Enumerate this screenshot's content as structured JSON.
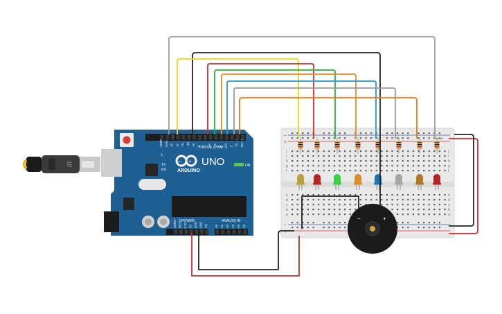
{
  "board": {
    "brand": "UNO",
    "logo": "ARDUINO",
    "digital_label": "DIGITAL (PWM ~)",
    "power_label": "POWER",
    "analog_label": "ANALOG IN",
    "on_label": "ON",
    "tx_label": "TX",
    "rx_label": "RX",
    "l_label": "L",
    "top_pins": [
      "AREF",
      "GND",
      "13",
      "12",
      "~11",
      "~10",
      "~9",
      "8",
      "7",
      "~6",
      "~5",
      "4",
      "~3",
      "2",
      "TX→1",
      "RX←0"
    ],
    "power_pins": [
      "IOREF",
      "RESET",
      "3.3V",
      "5V",
      "GND",
      "GND",
      "Vin"
    ],
    "analog_pins": [
      "A0",
      "A1",
      "A2",
      "A3",
      "A4",
      "A5"
    ]
  },
  "breadboard": {
    "row_letters_top": [
      "a",
      "b",
      "c",
      "d",
      "e"
    ],
    "row_letters_bottom": [
      "f",
      "g",
      "h",
      "i",
      "j"
    ],
    "rail_plus": "+",
    "rail_minus": "−"
  },
  "buzzer": {
    "minus": "−",
    "plus": "+"
  },
  "colors": {
    "board": "#1e5f94",
    "wire_gray": "#9a9a9a",
    "wire_black": "#222222",
    "wire_yellow": "#f2d21b",
    "wire_red": "#d42a2a",
    "wire_green": "#27b531",
    "wire_orange": "#ea8a1f",
    "wire_blue": "#1f9ad6",
    "wire_dark_orange": "#e27a10"
  },
  "leds": [
    "yellow",
    "red",
    "green",
    "orange",
    "blue",
    "white",
    "orange",
    "red"
  ],
  "led_colors": [
    "#b9a23a",
    "#b52323",
    "#3cd145",
    "#d98e2c",
    "#2276b0",
    "#a5a5a5",
    "#b07a2c",
    "#b82525"
  ]
}
